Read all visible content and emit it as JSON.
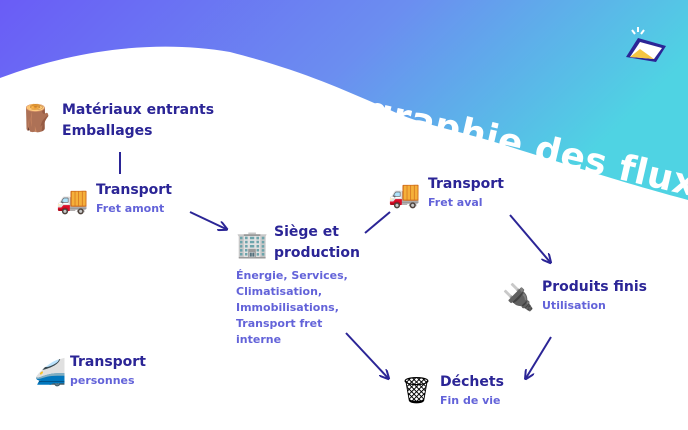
{
  "title": "Cartographie des flux",
  "colors": {
    "gradient_start": "#6a5cf6",
    "gradient_end": "#4fd3e3",
    "label": "#2b2596",
    "sublabel": "#6363d9",
    "arrow": "#2b2596"
  },
  "logo": {
    "icon": "tilted-panel-logo-icon"
  },
  "nodes": {
    "materiaux": {
      "line1": "Matériaux entrants",
      "line2": "Emballages",
      "icon": "wood-log-icon",
      "glyph": "🪵"
    },
    "transport_amont": {
      "label": "Transport",
      "sub": "Fret amont",
      "icon": "truck-icon",
      "glyph": "🚚"
    },
    "siege": {
      "line1": "Siège et",
      "line2": "production",
      "icon": "office-building-icon",
      "glyph": "🏢",
      "details": [
        "Énergie, Services,",
        "Climatisation,",
        "Immobilisations,",
        "Transport fret",
        "interne"
      ]
    },
    "transport_aval": {
      "label": "Transport",
      "sub": "Fret aval",
      "icon": "truck-icon",
      "glyph": "🚚"
    },
    "produits": {
      "label": "Produits finis",
      "sub": "Utilisation",
      "icon": "electric-plug-icon",
      "glyph": "🔌"
    },
    "dechets": {
      "label": "Déchets",
      "sub": "Fin de vie",
      "icon": "wastebasket-icon",
      "glyph": "🗑"
    },
    "transport_personnes": {
      "label": "Transport",
      "sub": "personnes",
      "icon": "high-speed-train-icon",
      "glyph": "🚄"
    }
  }
}
